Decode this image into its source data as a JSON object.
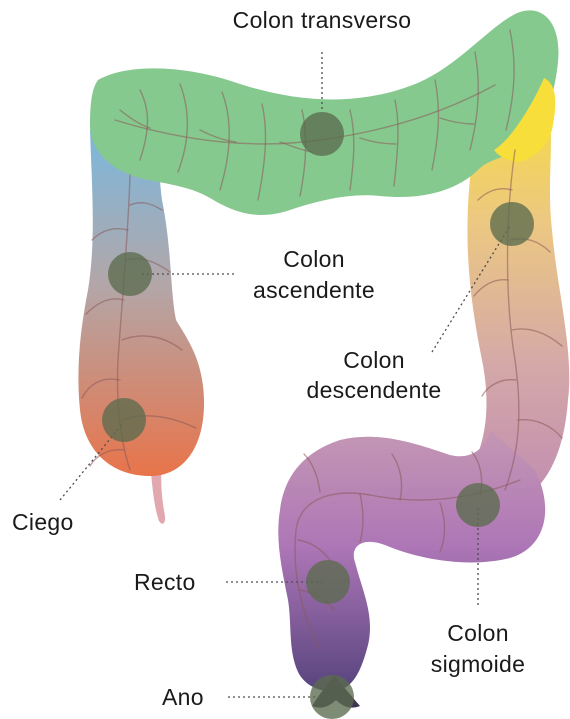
{
  "labels": {
    "transverso": "Colon transverso",
    "ascendente_1": "Colon",
    "ascendente_2": "ascendente",
    "descendente_1": "Colon",
    "descendente_2": "descendente",
    "ciego": "Ciego",
    "recto": "Recto",
    "sigmoide_1": "Colon",
    "sigmoide_2": "sigmoide",
    "ano": "Ano"
  },
  "colors": {
    "transverse": "#86c98f",
    "ascending_top": "#7ab8dd",
    "ascending_bottom": "#e8784a",
    "descending_top": "#f7de3a",
    "descending_mid": "#d9a6a0",
    "sigmoid": "#b67bbd",
    "rectum": "#5e4a85",
    "marker": "#5b6b4e",
    "vein": "#8a5a5a",
    "appendix": "#e2a8b0"
  }
}
